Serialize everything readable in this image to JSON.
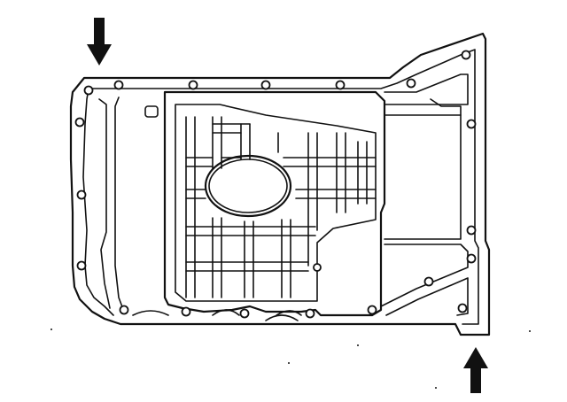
{
  "figure": {
    "subject": "oil-pan-gasket-seal-points",
    "arrow_markers": [
      {
        "name": "left-top-arrow",
        "direction": "down"
      },
      {
        "name": "right-bottom-arrow",
        "direction": "up"
      }
    ],
    "colors": {
      "line": "#111111",
      "background": "#ffffff"
    }
  }
}
